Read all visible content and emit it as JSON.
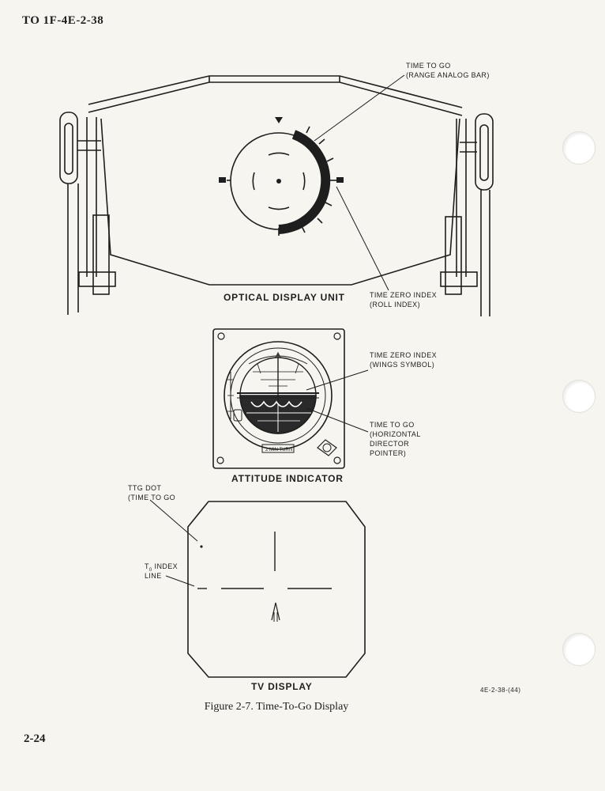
{
  "header": {
    "doc_id": "TO 1F-4E-2-38"
  },
  "odu": {
    "title": "OPTICAL DISPLAY UNIT",
    "callout_ttg": [
      "TIME TO GO",
      "(RANGE ANALOG BAR)"
    ],
    "callout_tzi": [
      "TIME ZERO INDEX",
      "(ROLL INDEX)"
    ]
  },
  "ai": {
    "title": "ATTITUDE INDICATOR",
    "callout_wings": [
      "TIME ZERO INDEX",
      "(WINGS SYMBOL)"
    ],
    "callout_hdp": [
      "TIME TO GO",
      "(HORIZONTAL",
      "DIRECTOR",
      "POINTER)"
    ],
    "turn_label": "2 MIN TURN"
  },
  "tv": {
    "title": "TV DISPLAY",
    "callout_dot": [
      "TTG DOT",
      "(TIME TO GO"
    ],
    "callout_index": [
      "T",
      "0",
      " INDEX",
      "LINE"
    ]
  },
  "figure": {
    "caption": "Figure 2-7. Time-To-Go Display",
    "ref": "4E-2-38-(44)"
  },
  "footer": {
    "page_number": "2-24"
  }
}
